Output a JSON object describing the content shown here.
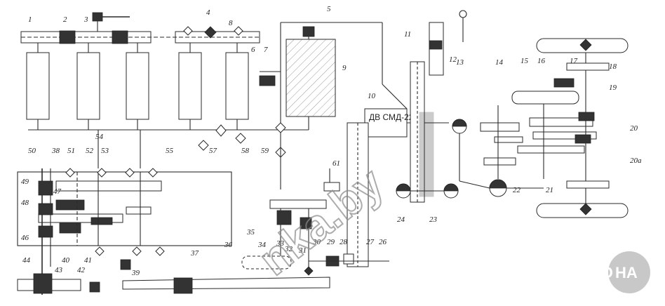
{
  "diagram": {
    "callouts": [
      "1",
      "2",
      "3",
      "4",
      "5",
      "6",
      "7",
      "8",
      "9",
      "10",
      "11",
      "12",
      "13",
      "14",
      "15",
      "16",
      "17",
      "18",
      "19",
      "20",
      "20a",
      "21",
      "22",
      "23",
      "24",
      "26",
      "27",
      "28",
      "29",
      "30",
      "31",
      "32",
      "33",
      "34",
      "35",
      "36",
      "37",
      "38",
      "39",
      "40",
      "41",
      "42",
      "43",
      "44",
      "46",
      "47",
      "48",
      "49",
      "50",
      "51",
      "52",
      "53",
      "54",
      "55",
      "57",
      "58",
      "59",
      "61"
    ],
    "engine_label": "ДВ СМД-22",
    "watermark": "nka.by",
    "logo_left": "АГРО",
    "logo_right": "НА",
    "line_color": "#2a2a2a",
    "logo_color": "#c8c8c8"
  }
}
